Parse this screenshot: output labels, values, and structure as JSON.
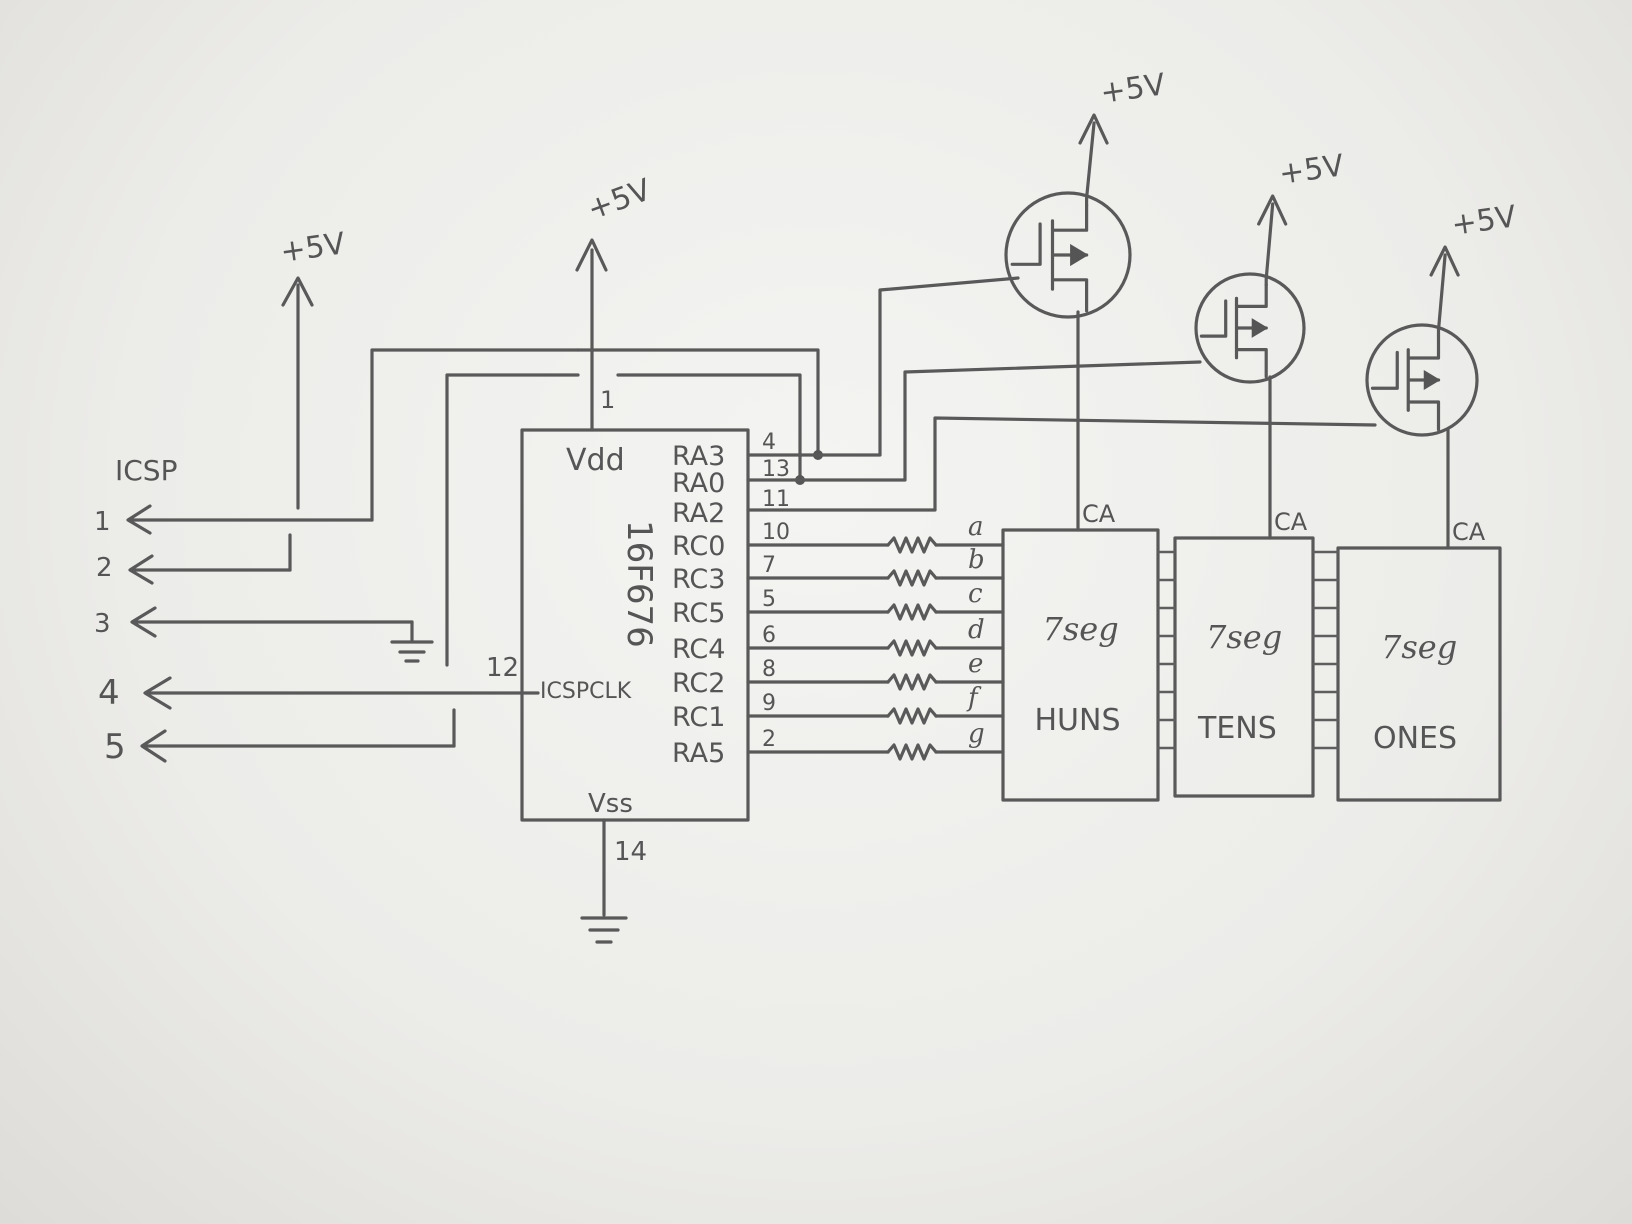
{
  "power_label": "+5V",
  "icsp": {
    "title": "ICSP",
    "pins": [
      "1",
      "2",
      "3",
      "4",
      "5"
    ]
  },
  "mcu": {
    "part": "16F676",
    "vdd_label": "Vdd",
    "vss_label": "Vss",
    "clk_label": "ICSPCLK",
    "vdd_pin": "1",
    "vss_pin": "14",
    "clk_pin": "12",
    "right_pins": [
      {
        "name": "RA3",
        "num": "4"
      },
      {
        "name": "RA0",
        "num": "13"
      },
      {
        "name": "RA2",
        "num": "11"
      },
      {
        "name": "RC0",
        "num": "10"
      },
      {
        "name": "RC3",
        "num": "7"
      },
      {
        "name": "RC5",
        "num": "5"
      },
      {
        "name": "RC4",
        "num": "6"
      },
      {
        "name": "RC2",
        "num": "8"
      },
      {
        "name": "RC1",
        "num": "9"
      },
      {
        "name": "RA5",
        "num": "2"
      }
    ]
  },
  "segments": [
    "a",
    "b",
    "c",
    "d",
    "e",
    "f",
    "g"
  ],
  "displays": [
    {
      "type": "7seg",
      "name": "HUNS",
      "ca": "CA"
    },
    {
      "type": "7seg",
      "name": "TENS",
      "ca": "CA"
    },
    {
      "type": "7seg",
      "name": "ONES",
      "ca": "CA"
    }
  ]
}
